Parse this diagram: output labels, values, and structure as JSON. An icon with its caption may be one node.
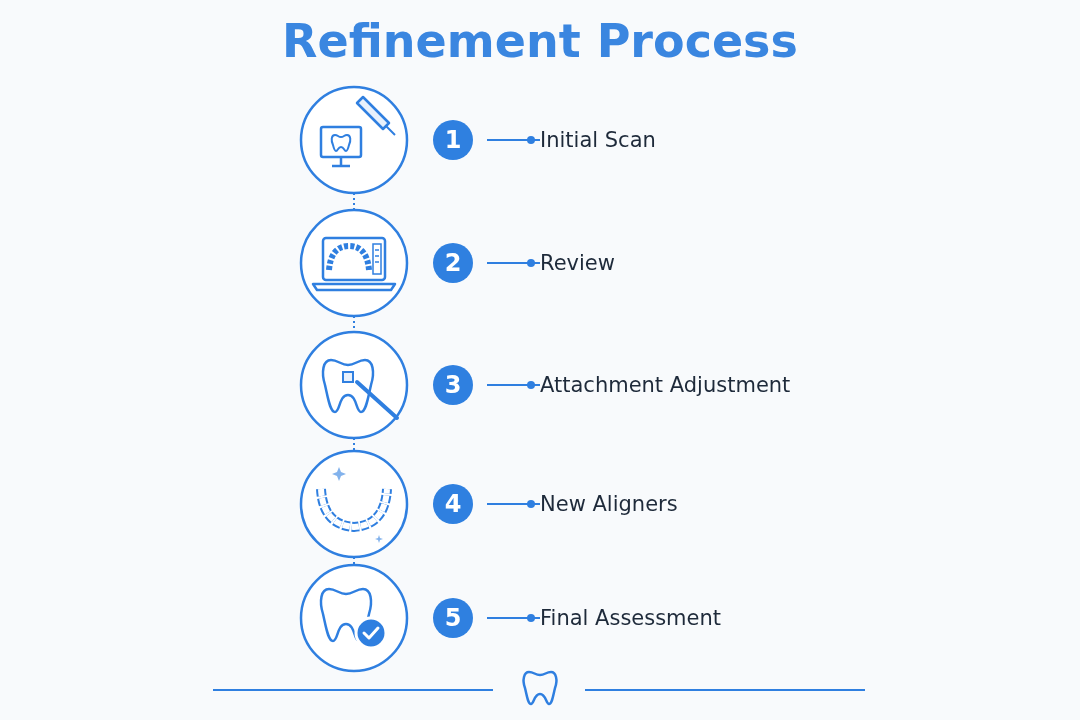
{
  "diagram": {
    "title": "Refinement Process",
    "nodes": [
      {
        "text": [],
        "shape": "picture"
      },
      {
        "text": [
          "1"
        ]
      },
      {
        "text": [
          "Initial Scan"
        ]
      },
      {
        "text": [],
        "shape": "picture"
      },
      {
        "text": [
          "2"
        ]
      },
      {
        "text": [
          "Review"
        ]
      },
      {
        "text": [],
        "shape": "picture"
      },
      {
        "text": [
          "3"
        ]
      },
      {
        "text": [
          "Attachment Adjustment"
        ]
      },
      {
        "text": [],
        "shape": "picture"
      },
      {
        "text": [
          "4"
        ]
      },
      {
        "text": [
          "New Aligners"
        ]
      },
      {
        "text": [],
        "shape": "picture"
      },
      {
        "text": [
          "5"
        ]
      },
      {
        "text": [
          "Final Assessment"
        ]
      }
    ],
    "edges": [
      {
        "from": 0,
        "to": 3,
        "arrow": "none",
        "style": "dashed"
      },
      {
        "from": 3,
        "to": 6,
        "arrow": "none",
        "style": "dashed"
      },
      {
        "from": 6,
        "to": 9,
        "arrow": "none",
        "style": "dashed"
      },
      {
        "from": 9,
        "to": 12,
        "arrow": "none",
        "style": "dashed"
      },
      {
        "from": 1,
        "to": 2,
        "arrow": "other"
      },
      {
        "from": 4,
        "to": 5,
        "arrow": "other"
      },
      {
        "from": 7,
        "to": 8,
        "arrow": "other"
      },
      {
        "from": 10,
        "to": 11,
        "arrow": "other"
      },
      {
        "from": 13,
        "to": 14,
        "arrow": "other"
      }
    ]
  }
}
